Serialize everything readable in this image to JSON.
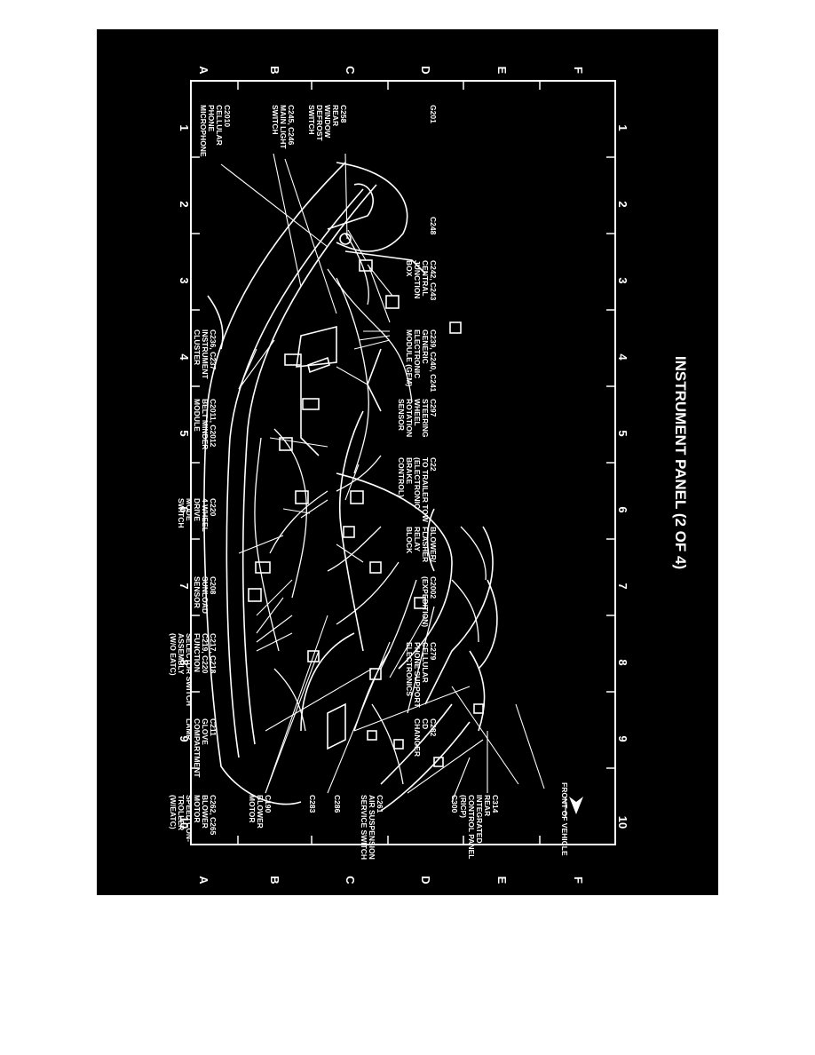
{
  "title": "INSTRUMENT PANEL (2 OF 4)",
  "grid": {
    "numbers": [
      "1",
      "2",
      "3",
      "4",
      "5",
      "6",
      "7",
      "8",
      "9",
      "10"
    ],
    "letters": [
      "A",
      "B",
      "C",
      "D",
      "E",
      "F"
    ]
  },
  "front_of_vehicle": "FRONT OF VEHICLE",
  "labels": {
    "c2010": [
      "C2010",
      "CELLULAR",
      "PHONE",
      "MICROPHONE"
    ],
    "c245": [
      "C245, C246",
      "MAIN LIGHT",
      "SWITCH"
    ],
    "c258": [
      "C258",
      "REAR",
      "WINDOW",
      "DEFROST",
      "SWITCH"
    ],
    "g201": [
      "G201"
    ],
    "c248": [
      "C248"
    ],
    "c242": [
      "C242, C243",
      "CENTRAL",
      "JUNCTION",
      "BOX"
    ],
    "c236": [
      "C236, C237",
      "INSTRUMENT",
      "CLUSTER"
    ],
    "c239": [
      "C239, C240, C241",
      "GENERIC",
      "ELECTRONIC",
      "MODULE (GEM)"
    ],
    "c2011": [
      "C2011, C2012",
      "BELT MINDER",
      "MODULE"
    ],
    "c297": [
      "C297",
      "STEERING",
      "WHEEL",
      "ROTATION",
      "SENSOR"
    ],
    "c22": [
      "C22",
      "TO TRAILER TOW",
      "(ELECTRONIC",
      "BRAKE",
      "CONTROL)"
    ],
    "c220": [
      "C220",
      "4 WHEEL",
      "DRIVE",
      "MODE",
      "SWITCH"
    ],
    "blower": [
      "BLOWER/",
      "FLASHER",
      "RELAY",
      "BLOCK"
    ],
    "c208": [
      "C208",
      "SUNLOAD",
      "SENSOR"
    ],
    "c2002": [
      "C2002",
      "(EXPEDITION)"
    ],
    "c217": [
      "C217, C218",
      "C219, C220",
      "FUNCTION",
      "SELECTOR SWITCH",
      "ASSEMBLY",
      "(W/O EATC)"
    ],
    "c279": [
      "C279",
      "CELLULAR",
      "PHONE SUPPORT",
      "ELECTRONICS"
    ],
    "c211": [
      "C211",
      "GLOVE",
      "COMPARTMENT",
      "LAMP"
    ],
    "c282": [
      "C282",
      "CD",
      "CHANGER"
    ],
    "c262": [
      "C262, C265",
      "BLOWER",
      "MOTOR",
      "SPEED CON-",
      "TROLLER",
      "(W/EATC)"
    ],
    "c190": [
      "C190",
      "BLOWER",
      "MOTOR"
    ],
    "c283": [
      "C283"
    ],
    "c286": [
      "C286"
    ],
    "c261": [
      "C261",
      "AIR SUSPENSION",
      "SERVICE SWITCH"
    ],
    "c300": [
      "C300"
    ],
    "c314": [
      "C314",
      "REAR",
      "INTEGRATED",
      "CONTROL PANEL",
      "(RICP)"
    ]
  }
}
